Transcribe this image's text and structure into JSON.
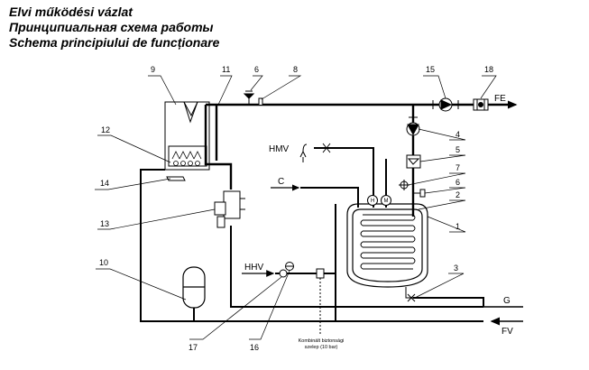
{
  "titles": [
    "Elvi működési vázlat",
    "Принципиальная схема работы",
    "Schema principiului de funcționare"
  ],
  "part_numbers": {
    "p1": "1",
    "p2": "2",
    "p3": "3",
    "p4": "4",
    "p5": "5",
    "p6a": "6",
    "p6b": "6",
    "p7": "7",
    "p8": "8",
    "p9": "9",
    "p10": "10",
    "p11": "11",
    "p12": "12",
    "p13": "13",
    "p14": "14",
    "p15": "15",
    "p16": "16",
    "p17": "17",
    "p18": "18"
  },
  "flow_labels": {
    "fe": "FE",
    "hmv": "HMV",
    "c": "C",
    "hhv": "HHV",
    "g": "G",
    "fv": "FV"
  },
  "gauge_letters": {
    "h": "H",
    "m": "M"
  },
  "valve_note": [
    "Kombinált biztonsági",
    "szelep (10 bar)"
  ]
}
